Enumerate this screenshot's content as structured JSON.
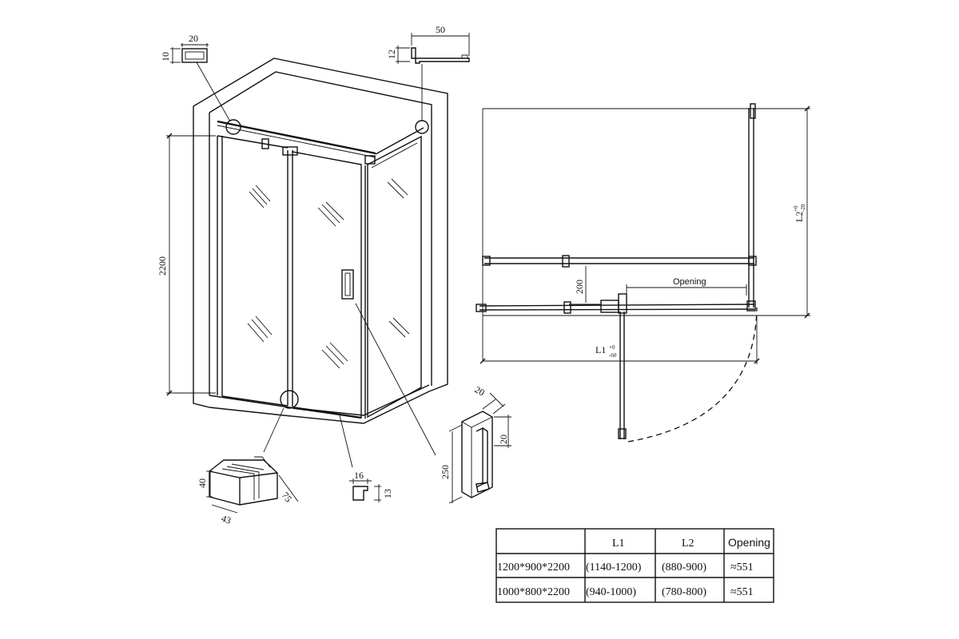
{
  "dimensions": {
    "profile_top_left": {
      "width": "20",
      "height": "10"
    },
    "profile_top_right": {
      "width": "50",
      "height": "12"
    },
    "height_overall": "2200",
    "hinge": {
      "height": "40",
      "depth": "43",
      "length": "75"
    },
    "bottom_seal": {
      "width": "16",
      "height": "13"
    },
    "handle": {
      "length": "250",
      "depth": "20",
      "offset": "20"
    },
    "plan_gap": "200",
    "opening_label": "Opening",
    "l1_label": "L1",
    "l1_tol_upper": "+0",
    "l1_tol_lower": "-60",
    "l2_label": "L2",
    "l2_tol_upper": "+0",
    "l2_tol_lower": "-20"
  },
  "spec_table": {
    "headers": [
      "",
      "L1",
      "L2",
      "Opening"
    ],
    "rows": [
      [
        "1200*900*2200",
        "(1140-1200)",
        "(880-900)",
        "≈551"
      ],
      [
        "1000*800*2200",
        "(940-1000)",
        "(780-800)",
        "≈551"
      ]
    ]
  }
}
